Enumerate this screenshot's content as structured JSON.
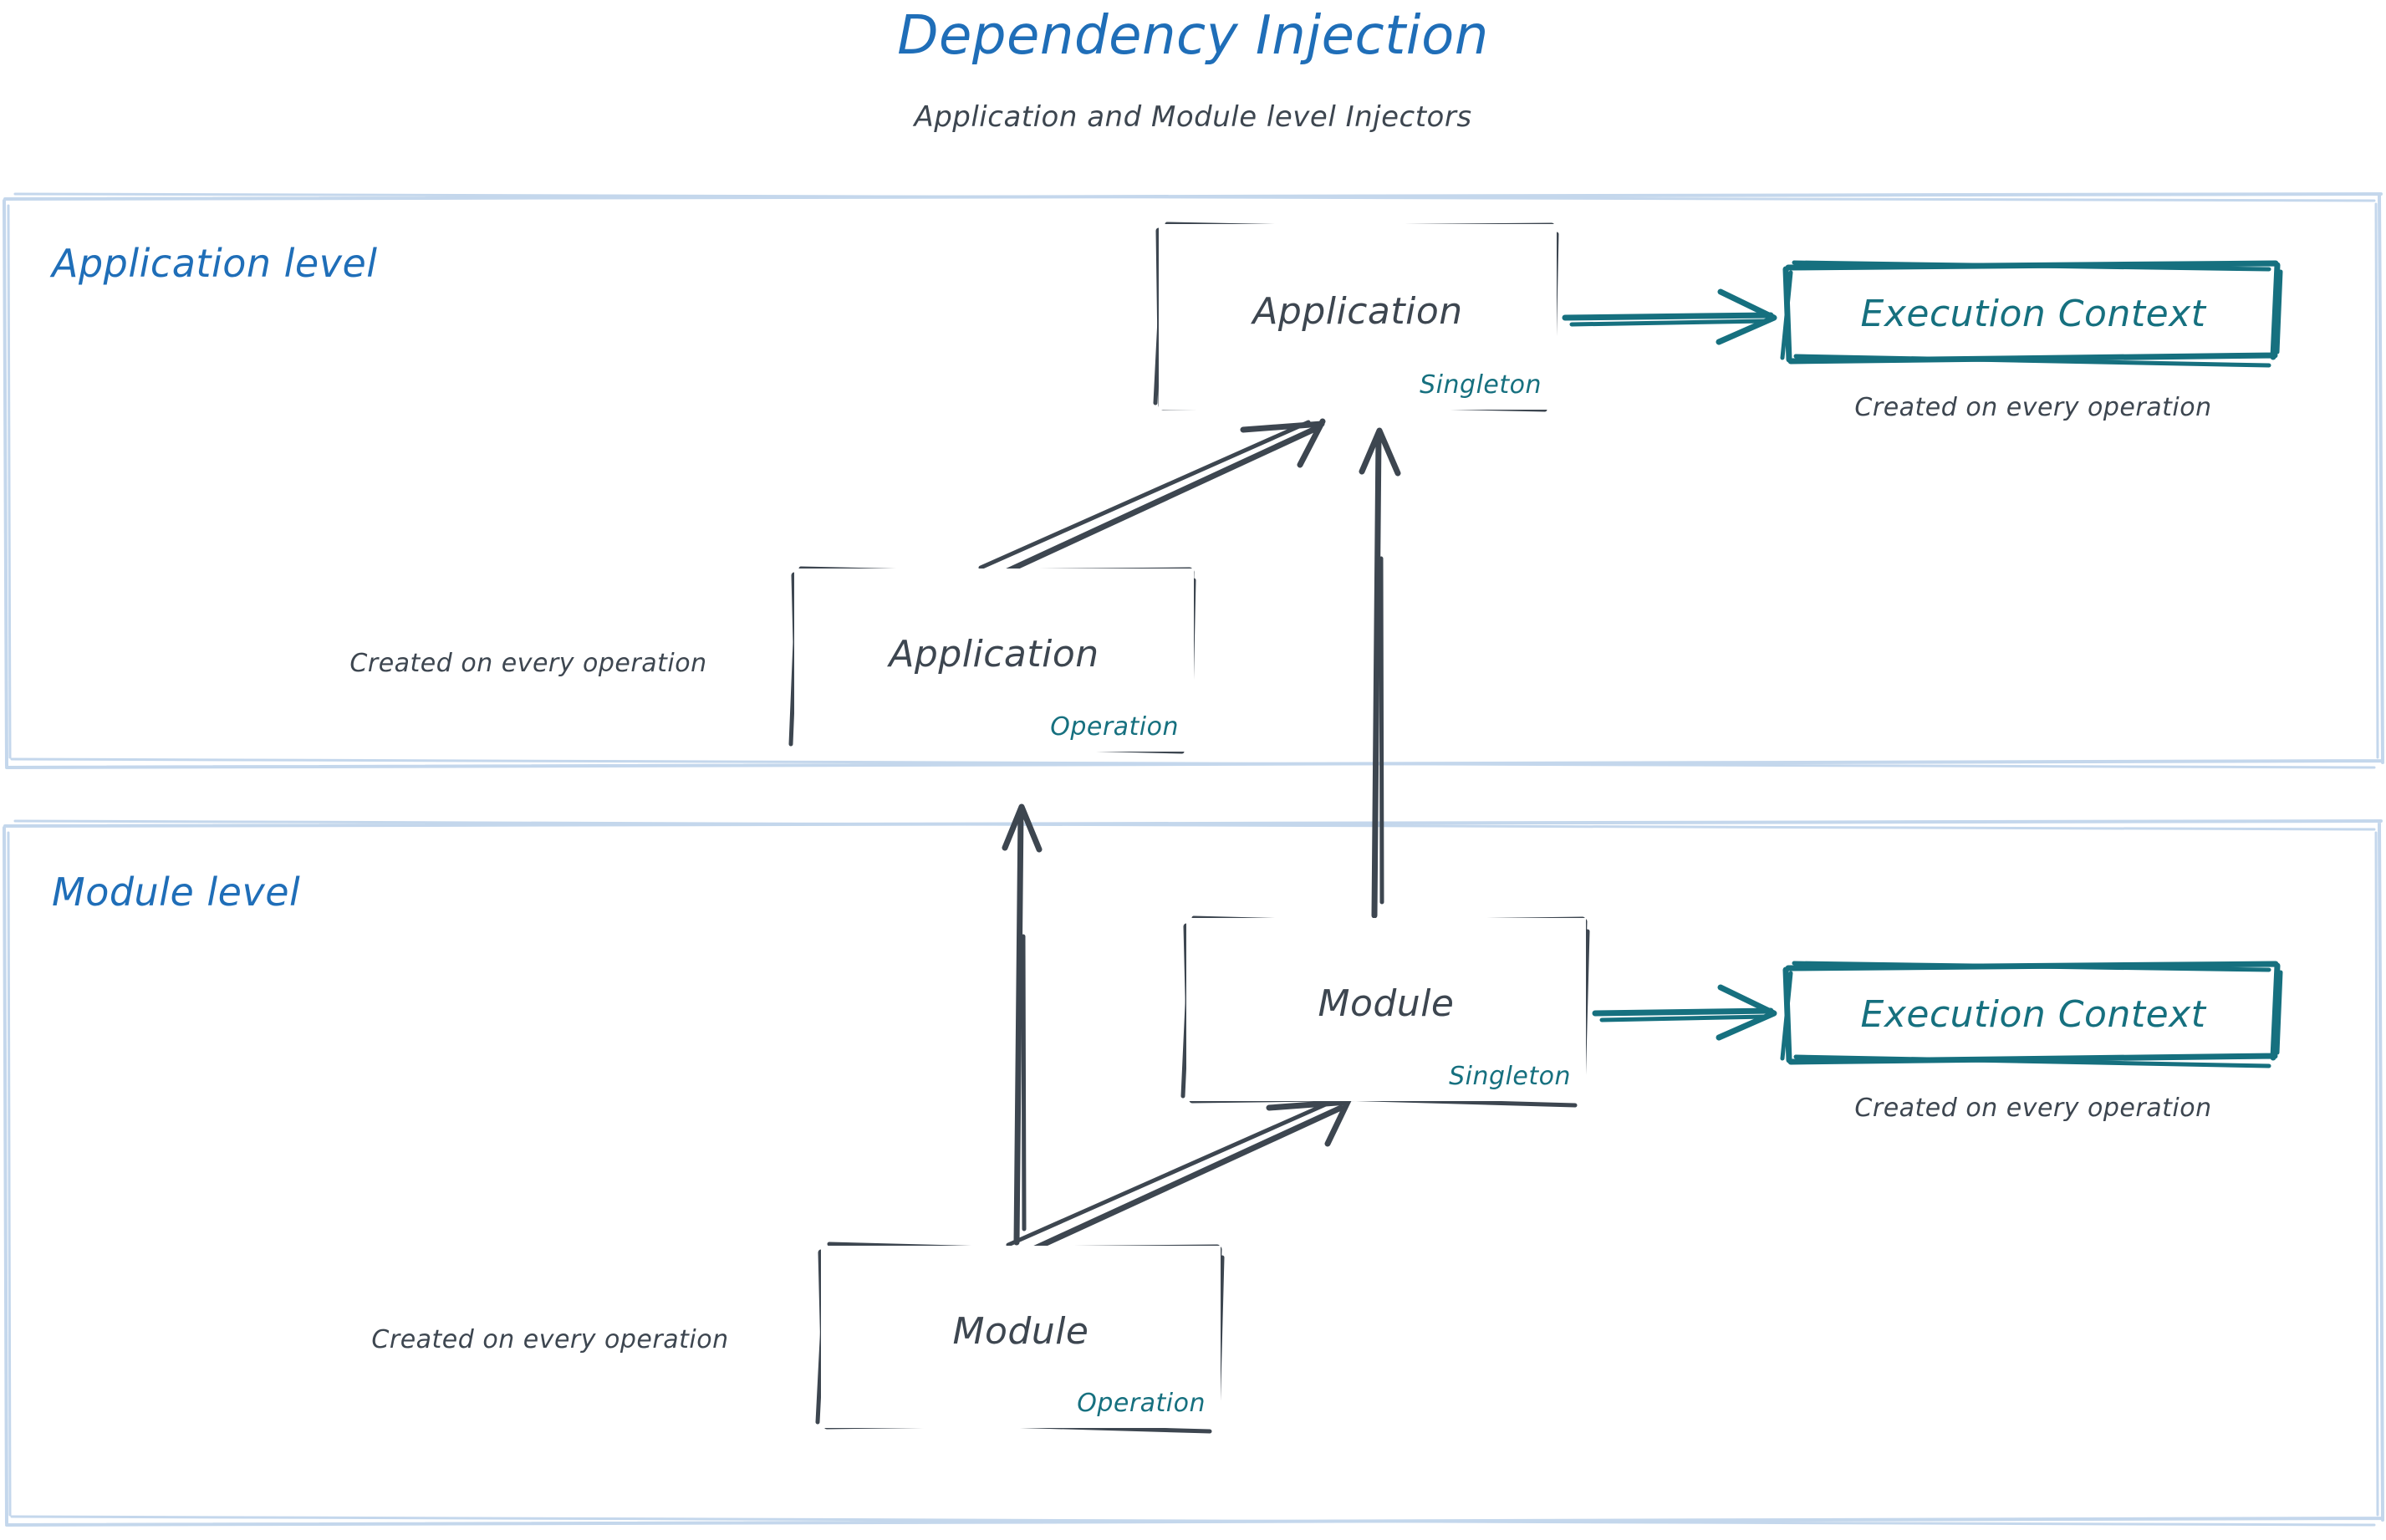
{
  "header": {
    "title": "Dependency Injection",
    "subtitle": "Application and Module level Injectors",
    "title_color": "#1f6eb8",
    "subtitle_color": "#3d4650"
  },
  "palette": {
    "ink": "#3d4650",
    "teal": "#16707f",
    "blue": "#1f6eb8",
    "container_border": "#c4d7ec",
    "background": "#ffffff"
  },
  "levels": [
    {
      "id": "application-level",
      "label": "Application level",
      "nodes": [
        {
          "id": "application-singleton",
          "title": "Application",
          "scope": "Singleton",
          "scope_color": "#16707f",
          "border_color": "#3d4650"
        },
        {
          "id": "application-operation",
          "title": "Application",
          "scope": "Operation",
          "scope_color": "#16707f",
          "border_color": "#3d4650",
          "caption": "Created on every operation"
        }
      ],
      "execution_context": {
        "id": "execution-context-application",
        "label": "Execution Context",
        "caption": "Created on every operation",
        "color": "#16707f"
      }
    },
    {
      "id": "module-level",
      "label": "Module level",
      "nodes": [
        {
          "id": "module-singleton",
          "title": "Module",
          "scope": "Singleton",
          "scope_color": "#16707f",
          "border_color": "#3d4650"
        },
        {
          "id": "module-operation",
          "title": "Module",
          "scope": "Operation",
          "scope_color": "#16707f",
          "border_color": "#3d4650",
          "caption": "Created on every operation"
        }
      ],
      "execution_context": {
        "id": "execution-context-module",
        "label": "Execution Context",
        "caption": "Created on every operation",
        "color": "#16707f"
      }
    }
  ],
  "edges": [
    {
      "id": "edge-app-singleton-to-exec-ctx",
      "from": "application-singleton",
      "to": "execution-context-application",
      "color": "#16707f",
      "style": "arrow"
    },
    {
      "id": "edge-app-operation-to-app-singleton",
      "from": "application-operation",
      "to": "application-singleton",
      "color": "#3d4650",
      "style": "arrow"
    },
    {
      "id": "edge-module-singleton-to-app-singleton",
      "from": "module-singleton",
      "to": "application-singleton",
      "color": "#3d4650",
      "style": "arrow"
    },
    {
      "id": "edge-module-singleton-to-exec-ctx",
      "from": "module-singleton",
      "to": "execution-context-module",
      "color": "#16707f",
      "style": "arrow"
    },
    {
      "id": "edge-module-operation-to-module-singleton",
      "from": "module-operation",
      "to": "module-singleton",
      "color": "#3d4650",
      "style": "arrow"
    },
    {
      "id": "edge-module-operation-to-application-level",
      "from": "module-operation",
      "to": "application-level",
      "color": "#3d4650",
      "style": "arrow"
    }
  ]
}
